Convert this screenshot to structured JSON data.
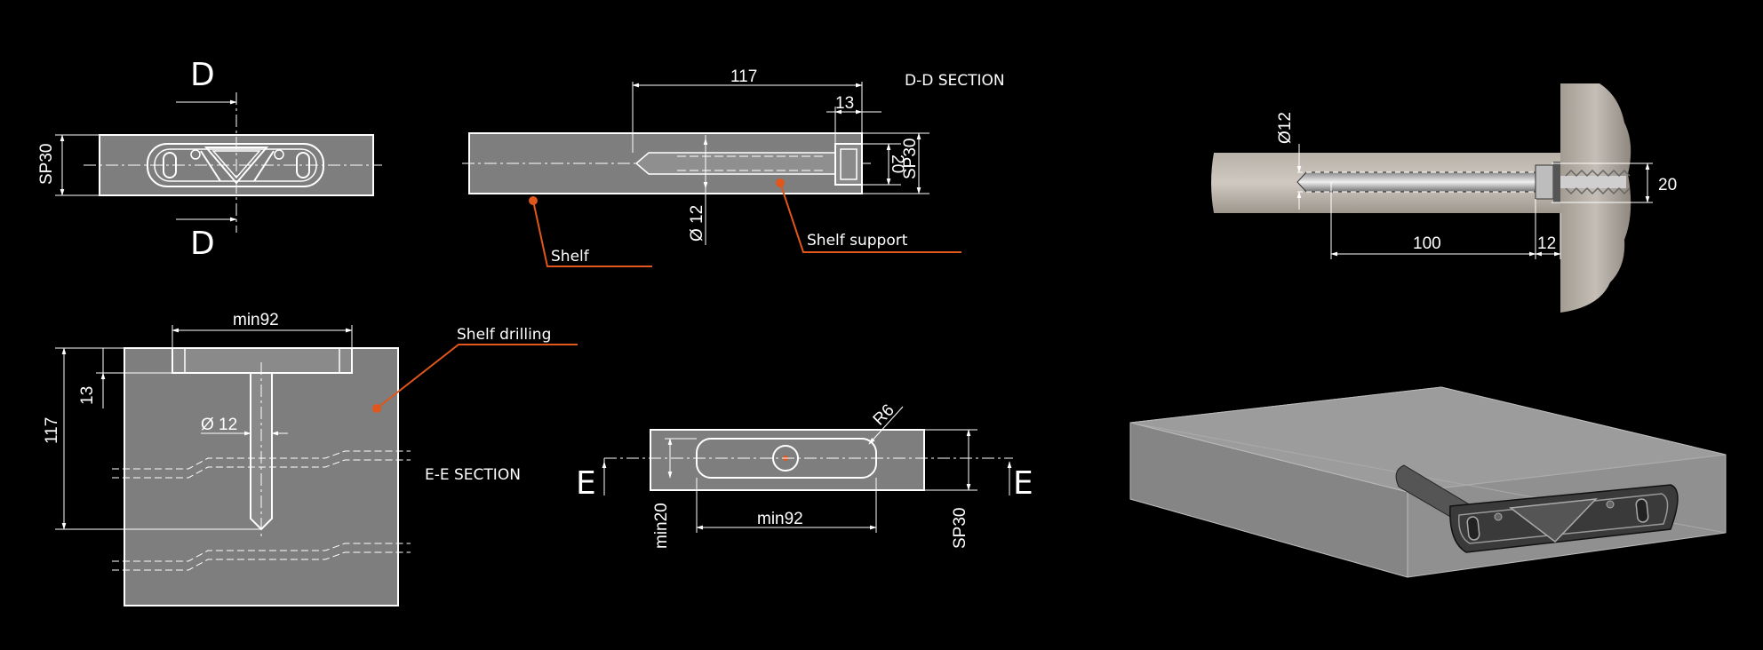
{
  "labels": {
    "d_top": "D",
    "d_bottom": "D",
    "sp30_a": "SP30",
    "dim_117_top": "117",
    "dim_13_top": "13",
    "dd_section": "D-D SECTION",
    "dim_20_a": "20",
    "sp30_b": "SP30",
    "dia12_a": "Ø 12",
    "shelf": "Shelf",
    "shelf_support": "Shelf support",
    "dia12_photo": "Ø12",
    "dim_20_photo": "20",
    "dim_100": "100",
    "dim_12_photo": "12",
    "min92_a": "min92",
    "shelf_drilling": "Shelf drilling",
    "dim_13_left": "13",
    "dim_117_left": "117",
    "dia12_b": "Ø 12",
    "ee_section": "E-E SECTION",
    "r6": "R6",
    "e_left": "E",
    "e_right": "E",
    "min20": "min20",
    "min92_b": "min92",
    "sp30_c": "SP30"
  },
  "colors": {
    "background": "#000000",
    "part_fill": "#7e7e7e",
    "line": "#ffffff",
    "accent": "#e0561b",
    "wood": "#a9a39b",
    "box": "#909090",
    "support_dark": "#3a3a3a"
  }
}
